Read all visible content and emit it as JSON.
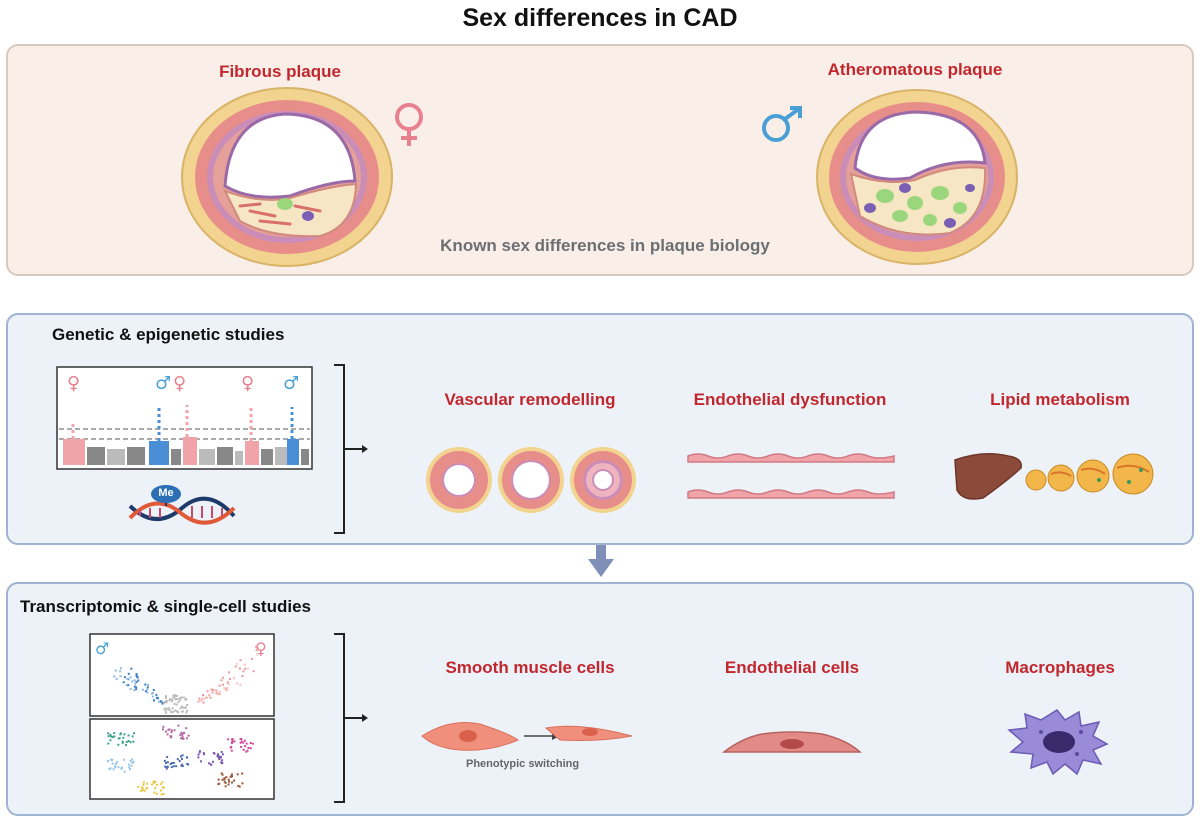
{
  "title": "Sex differences in CAD",
  "plaque": {
    "fibrous_label": "Fibrous plaque",
    "atheromatous_label": "Atheromatous plaque",
    "caption": "Known sex differences in plaque biology",
    "female_symbol": "♀",
    "male_symbol": "♂"
  },
  "genetic": {
    "heading": "Genetic & epigenetic studies",
    "methyl_label": "Me",
    "vascular_label": "Vascular remodelling",
    "endothelial_label": "Endothelial dysfunction",
    "lipid_label": "Lipid metabolism"
  },
  "transcriptomic": {
    "heading": "Transcriptomic & single-cell studies",
    "smc_label": "Smooth muscle cells",
    "ec_label": "Endothelial cells",
    "mac_label": "Macrophages",
    "switch_label": "Phenotypic switching"
  },
  "colors": {
    "female": "#e8808f",
    "male": "#4a9fd6",
    "heading_red": "#c1272d",
    "arrow": "#7f8fb8"
  }
}
